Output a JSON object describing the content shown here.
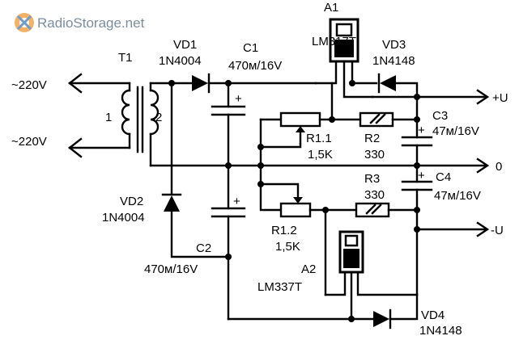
{
  "watermark": {
    "text": "RadioStorage.net"
  },
  "mains": {
    "top": "~220V",
    "bottom": "~220V"
  },
  "transformer": {
    "ref": "T1",
    "winding_primary": "1",
    "winding_secondary": "2"
  },
  "diodes": {
    "vd1": {
      "ref": "VD1",
      "part": "1N4004"
    },
    "vd2": {
      "ref": "VD2",
      "part": "1N4004"
    },
    "vd3": {
      "ref": "VD3",
      "part": "1N4148"
    },
    "vd4": {
      "ref": "VD4",
      "part": "1N4148"
    }
  },
  "capacitors": {
    "c1": {
      "ref": "C1",
      "value": "470м/16V"
    },
    "c2": {
      "ref": "C2",
      "value": "470м/16V"
    },
    "c3": {
      "ref": "C3",
      "value": "47м/16V"
    },
    "c4": {
      "ref": "C4",
      "value": "47м/16V"
    },
    "plus": "+"
  },
  "regulators": {
    "a1": {
      "ref": "A1",
      "part": "LM317T"
    },
    "a2": {
      "ref": "A2",
      "part": "LM337T"
    }
  },
  "resistors": {
    "r11": {
      "ref": "R1.1",
      "value": "1,5K"
    },
    "r12": {
      "ref": "R1.2",
      "value": "1,5K"
    },
    "r2": {
      "ref": "R2",
      "value": "330"
    },
    "r3": {
      "ref": "R3",
      "value": "330"
    }
  },
  "outputs": {
    "positive": "+U",
    "zero": "0",
    "negative": "-U"
  }
}
